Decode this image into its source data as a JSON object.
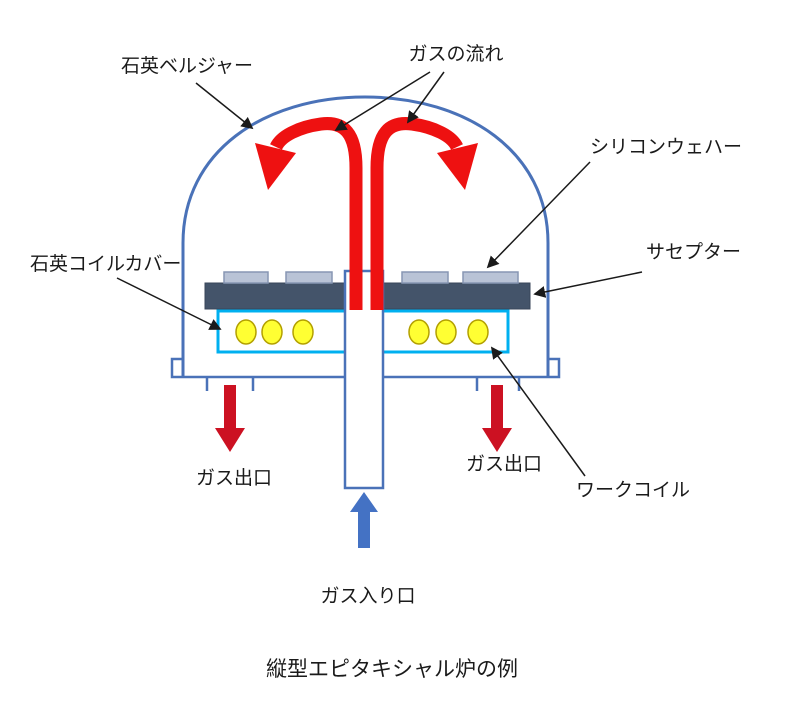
{
  "diagram": {
    "caption": "縦型エピタキシャル炉の例",
    "labels": {
      "bell_jar": "石英ベルジャー",
      "gas_flow": "ガスの流れ",
      "silicon_wafer": "シリコンウェハー",
      "susceptor": "サセプター",
      "coil_cover": "石英コイルカバー",
      "work_coil": "ワークコイル",
      "gas_outlet_left": "ガス出口",
      "gas_outlet_right": "ガス出口",
      "gas_inlet": "ガス入り口"
    }
  },
  "colors": {
    "background": "#ffffff",
    "outline_blue": "#4a72b8",
    "flow_red": "#ee1111",
    "outlet_red": "#cc1122",
    "inlet_blue": "#4472c4",
    "susceptor_dark": "#44546a",
    "wafer_gray": "#b9c3d6",
    "wafer_border": "#8796b3",
    "coil_cover_cyan": "#00b0f0",
    "coil_yellow": "#ffff33",
    "coil_border": "#b3a000",
    "label_black": "#1a1a1a"
  }
}
